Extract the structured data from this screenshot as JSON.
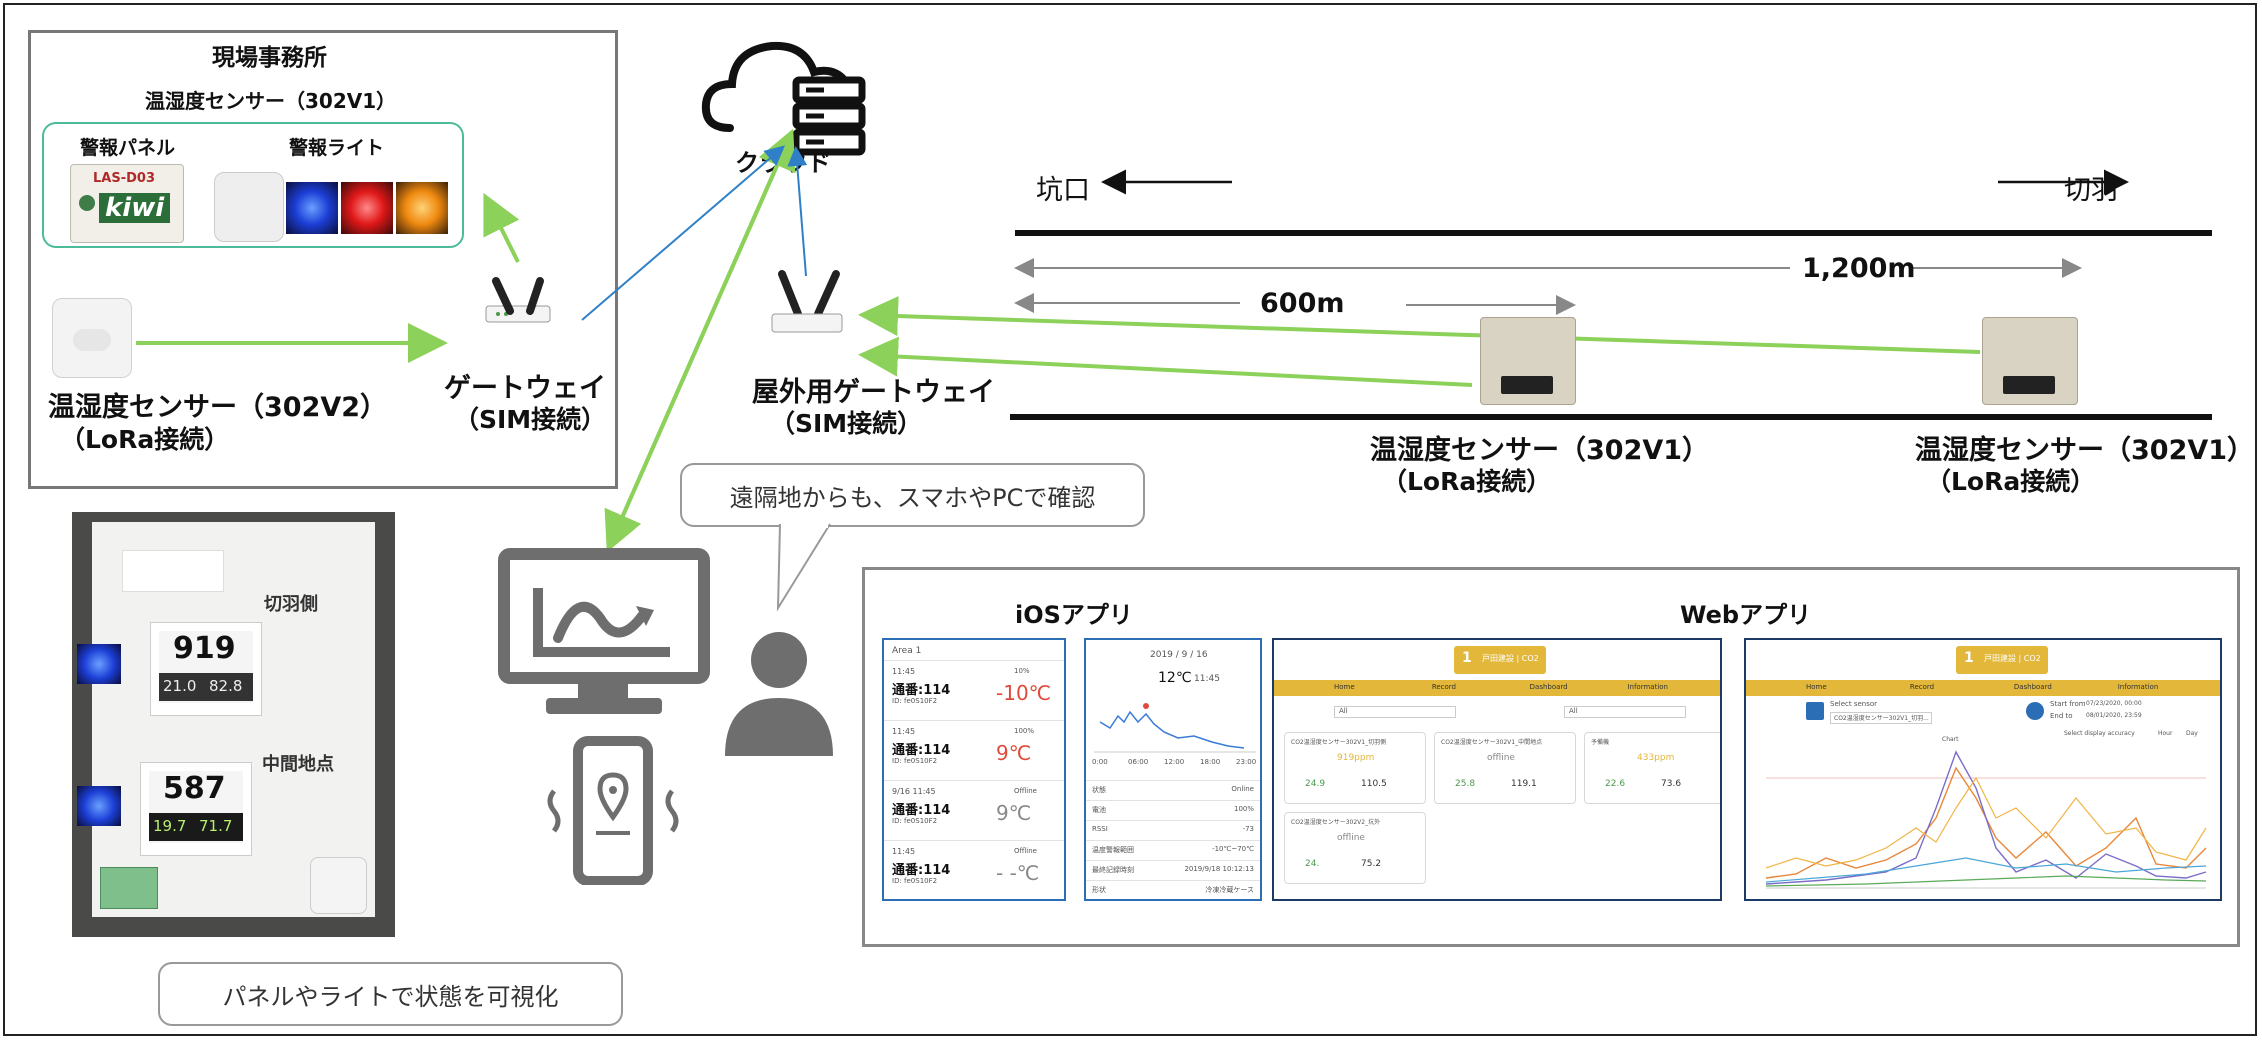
{
  "office": {
    "title": "現場事務所",
    "sensor_302v1": "温湿度センサー（302V1）",
    "alert_panel": "警報パネル",
    "alert_light": "警報ライト",
    "panel_model": "LAS-D03",
    "panel_brand": "kiwi",
    "sensor_302v2_line1": "温湿度センサー（302V2）",
    "sensor_302v2_line2": "（LoRa接続）",
    "gateway_line1": "ゲートウェイ",
    "gateway_line2": "（SIM接続）"
  },
  "cloud_label": "クラウド",
  "outdoor_gateway": {
    "line1": "屋外用ゲートウェイ",
    "line2": "（SIM接続）"
  },
  "tunnel": {
    "entrance": "坑口",
    "face": "切羽",
    "dist_total": "1,200m",
    "dist_mid": "600m",
    "sensor1_line1": "温湿度センサー（302V1）",
    "sensor1_line2": "（LoRa接続）",
    "sensor2_line1": "温湿度センサー（302V1）",
    "sensor2_line2": "（LoRa接続）"
  },
  "bubbles": {
    "remote": "遠隔地からも、スマホやPCで確認",
    "visualize": "パネルやライトで状態を可視化"
  },
  "photo_board": {
    "label_top": "切羽側",
    "reading1_co2": "919",
    "reading1_temp": "21.0",
    "reading1_hum": "82.8",
    "label_mid": "中間地点",
    "reading2_co2": "587",
    "reading2_temp": "19.7",
    "reading2_hum": "71.7"
  },
  "apps": {
    "ios_title": "iOSアプリ",
    "web_title": "Webアプリ",
    "ios_list": {
      "header": "Area 1",
      "items": [
        {
          "time": "11:45",
          "name": "通番:114",
          "id": "ID: fe0S10F2",
          "value": "-10℃",
          "status": "10%",
          "color": "#e04a3a"
        },
        {
          "time": "11:45",
          "name": "通番:114",
          "id": "ID: fe0S10F2",
          "value": "9℃",
          "status": "100%",
          "color": "#e04a3a"
        },
        {
          "time": "9/16 11:45",
          "name": "通番:114",
          "id": "ID: fe0S10F2",
          "value": "9℃",
          "status": "Offline",
          "color": "#888888"
        },
        {
          "time": "11:45",
          "name": "通番:114",
          "id": "ID: fe0S10F2",
          "value": "- -℃",
          "status": "Offline",
          "color": "#888888"
        }
      ]
    },
    "ios_detail": {
      "date": "2019 / 9 / 16",
      "temp": "12℃",
      "time": "11:45",
      "axis": [
        "0:00",
        "06:00",
        "12:00",
        "18:00",
        "23:00"
      ],
      "rows": [
        {
          "k": "状態",
          "v": "Online"
        },
        {
          "k": "電池",
          "v": "100%"
        },
        {
          "k": "RSSI",
          "v": "-73"
        },
        {
          "k": "温度警報範囲",
          "v": "-10℃~70℃"
        },
        {
          "k": "最終記録時刻",
          "v": "2019/9/18 10:12:13"
        },
        {
          "k": "形状",
          "v": "冷凍冷蔵ケース"
        }
      ]
    },
    "web1": {
      "badge_num": "1",
      "badge_title": "戸田建設 | CO2",
      "tabs": [
        "Home",
        "Record",
        "Dashboard",
        "Information"
      ],
      "filters": [
        "All",
        "All"
      ],
      "cards": [
        {
          "title": "CO2温湿度センサー302V1_切羽側",
          "status": "919ppm",
          "temp": "24.9",
          "hum": "110.5"
        },
        {
          "title": "CO2温湿度センサー302V1_中間地点",
          "status": "offline",
          "temp": "25.8",
          "hum": "119.1"
        },
        {
          "title": "予備機",
          "status": "433ppm",
          "temp": "22.6",
          "hum": "73.6"
        },
        {
          "title": "CO2温湿度センサー302V2_坑外",
          "status": "offline",
          "temp": "24.",
          "hum": "75.2"
        }
      ]
    },
    "web2": {
      "badge_num": "1",
      "badge_title": "戸田建設 | CO2",
      "tabs": [
        "Home",
        "Record",
        "Dashboard",
        "Information"
      ],
      "select_label": "Select sensor",
      "select_value": "CO2温湿度センサー302V1_切羽...",
      "start": "Start from",
      "end": "End to",
      "start_val": "07/23/2020, 00:00",
      "end_val": "08/01/2020, 23:59",
      "accuracy": "Select display accuracy",
      "acc_opts": [
        "Hour",
        "Day"
      ],
      "chart_title": "Chart"
    }
  },
  "colors": {
    "green_arrow": "#8cd15a",
    "blue_arrow": "#2f80c8",
    "teal": "#4dbb9a",
    "app_blue": "#2c6eb5",
    "web_navy": "#1c3a66",
    "gold": "#e2b73a"
  }
}
